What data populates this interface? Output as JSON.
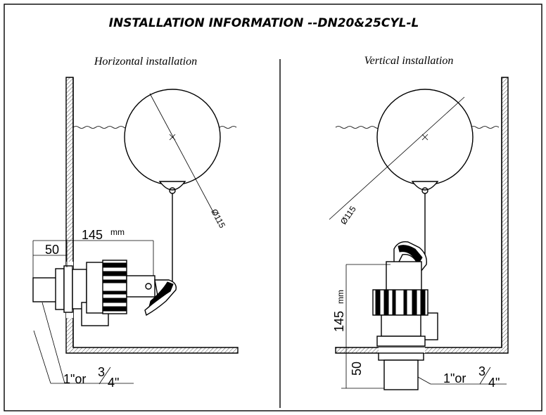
{
  "title": "INSTALLATION INFORMATION --DN20&25CYL-L",
  "left": {
    "subtitle": "Horizontal installation",
    "ball_label": "Ø115",
    "dim_long": "145",
    "dim_long_unit": "mm",
    "dim_short": "50",
    "thread_label_a": "1\"or",
    "thread_label_b": "3",
    "thread_label_c": "4\""
  },
  "right": {
    "subtitle": "Vertical installation",
    "ball_label": "Ø115",
    "dim_long": "145",
    "dim_long_unit": "mm",
    "dim_short": "50",
    "thread_label_a": "1\"or",
    "thread_label_b": "3",
    "thread_label_c": "4\""
  }
}
